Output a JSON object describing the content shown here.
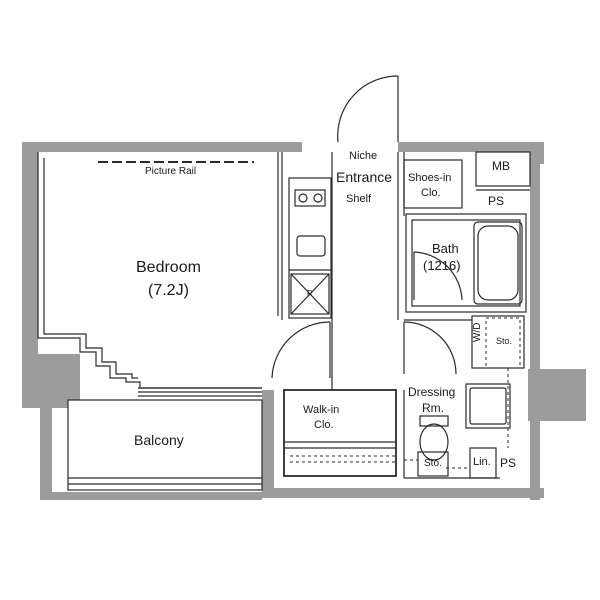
{
  "floorplan": {
    "rooms": {
      "bedroom": {
        "name": "Bedroom",
        "size": "(7.2J)"
      },
      "picture_rail": "Picture Rail",
      "balcony": "Balcony",
      "niche": "Niche",
      "entrance": "Entrance",
      "shelf": "Shelf",
      "shoes_in_clo_1": "Shoes-in",
      "shoes_in_clo_2": "Clo.",
      "mb": "MB",
      "ps_top": "PS",
      "ps_bottom": "PS",
      "bath": "Bath",
      "bath_size": "(1216)",
      "wd": "W/D",
      "sto_1": "Sto.",
      "sto_2": "Sto.",
      "walk_in_1": "Walk-in",
      "walk_in_2": "Clo.",
      "dressing_1": "Dressing",
      "dressing_2": "Rm.",
      "lin": "Lin.",
      "fixture_r": "R"
    },
    "colors": {
      "wall": "#9a9a9a",
      "line": "#2a2a2a"
    }
  }
}
